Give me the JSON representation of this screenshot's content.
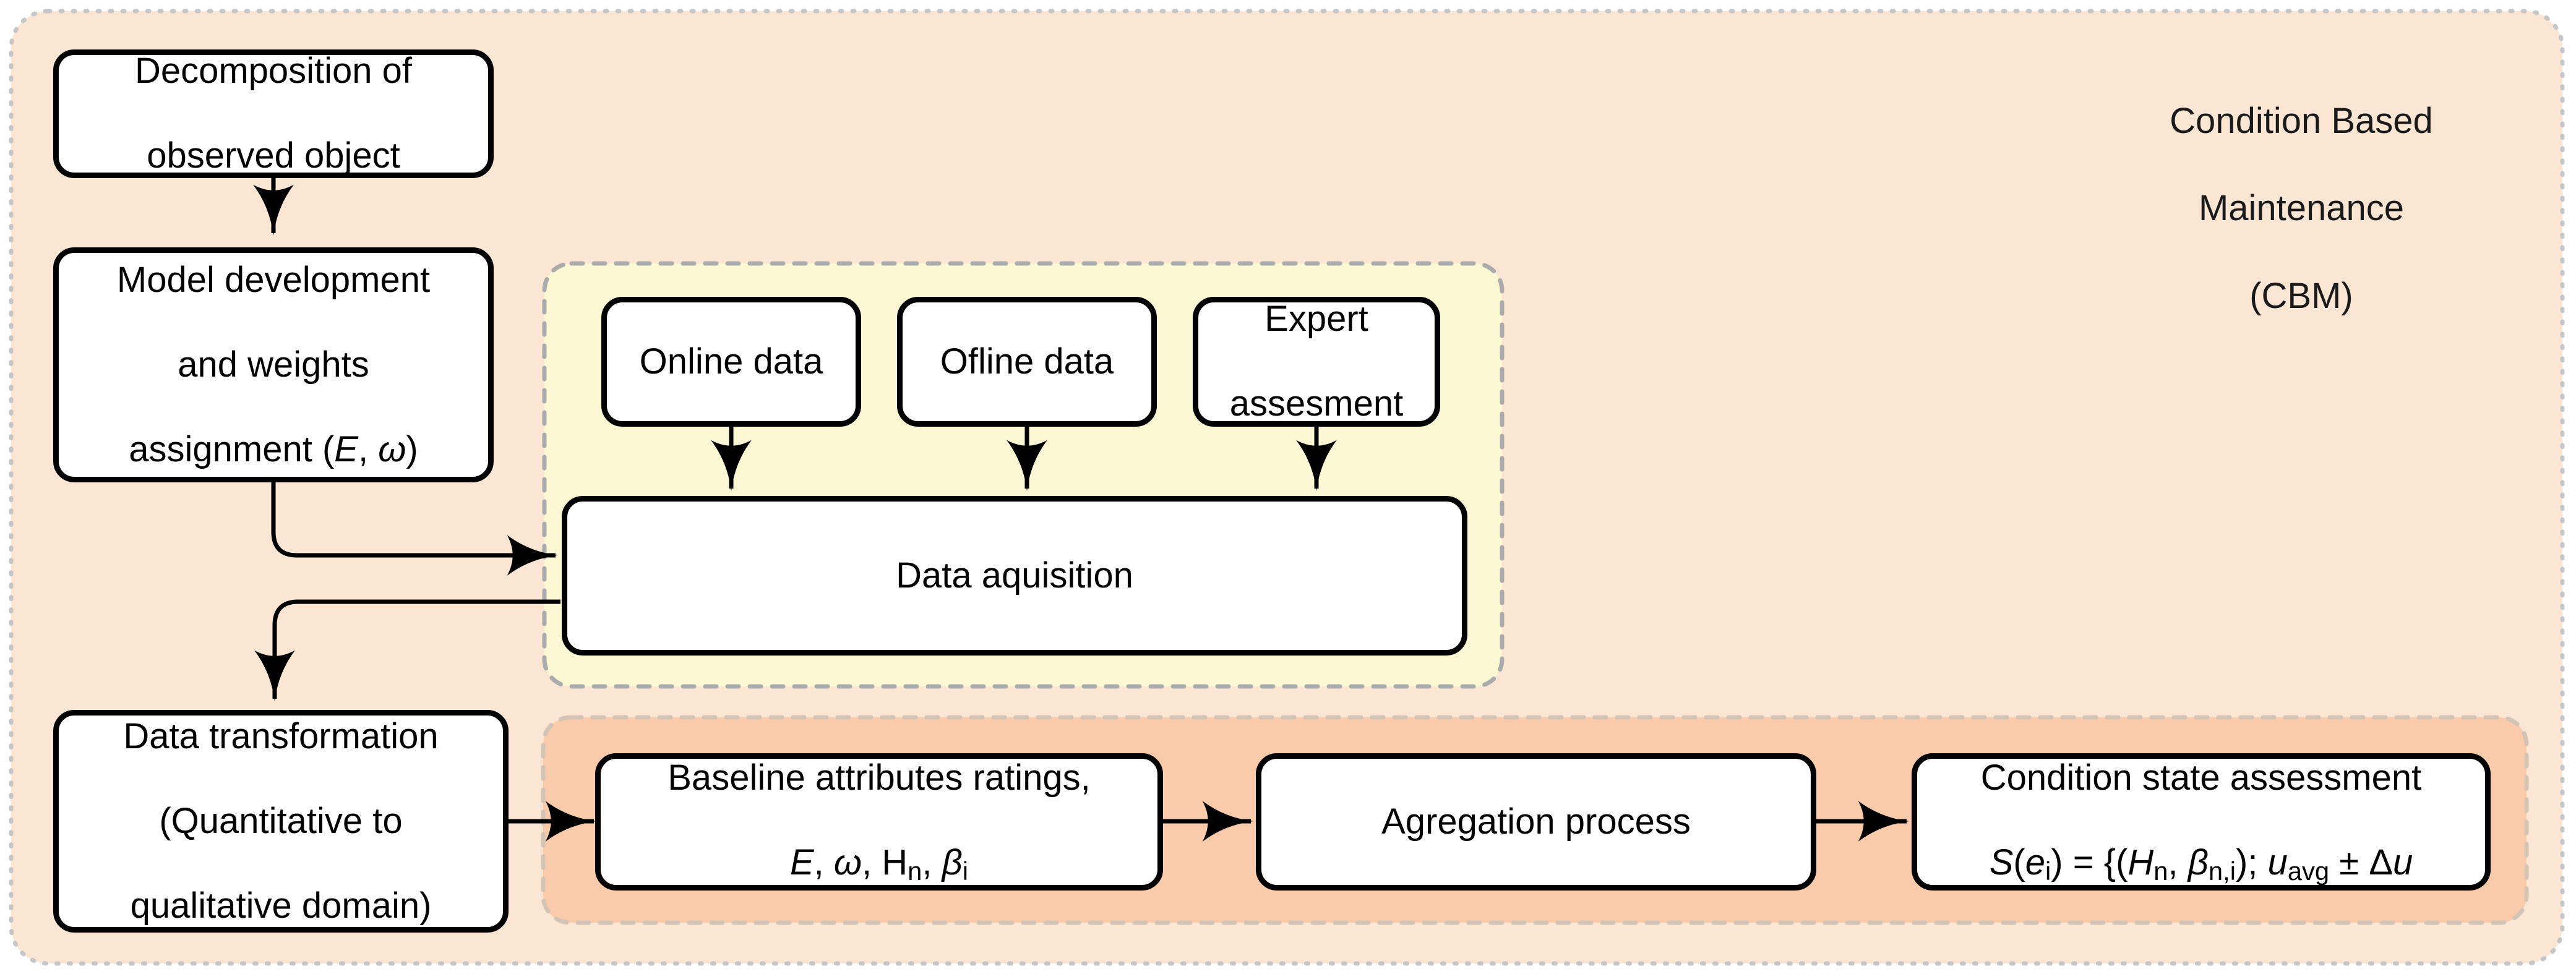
{
  "diagram": {
    "title": "Condition Based\nMaintenance\n(CBM)",
    "colors": {
      "outer_container_fill": "#FBE6D4",
      "data_group_fill": "#FCF8D4",
      "assessment_group_fill": "#FACBAA",
      "container_border": "#BDBDBD",
      "node_fill": "#FFFFFF",
      "node_border": "#000000",
      "connector": "#000000"
    },
    "containers": [
      {
        "id": "cbm",
        "name": "condition-based-maintenance-container",
        "label": "Condition Based\nMaintenance\n(CBM)"
      },
      {
        "id": "data-group",
        "name": "data-acquisition-group-container",
        "label": ""
      },
      {
        "id": "assessment-group",
        "name": "assessment-group-container",
        "label": ""
      }
    ],
    "nodes": [
      {
        "id": "decomposition",
        "label": "Decomposition of\nobserved object"
      },
      {
        "id": "model",
        "label": "Model development\nand weights\nassignment (E, ω)"
      },
      {
        "id": "online",
        "label": "Online data"
      },
      {
        "id": "ofline",
        "label": "Ofline data"
      },
      {
        "id": "expert",
        "label": "Expert\nassesment"
      },
      {
        "id": "acquisition",
        "label": "Data aquisition"
      },
      {
        "id": "transformation",
        "label": "Data transformation\n(Quantitative to\nqualitative domain)"
      },
      {
        "id": "baseline",
        "label": "Baseline attributes ratings,\nE, ω,  Hₙ,  βᵢ"
      },
      {
        "id": "aggregation",
        "label": "Agregation process"
      },
      {
        "id": "condition",
        "label": "Condition state assessment\nS(eᵢ) = {(Hₙ, βₙ,ᵢ); uₐᵥᵍ ± Δu"
      }
    ],
    "node_text": {
      "decomposition_l1": "Decomposition of",
      "decomposition_l2": "observed object",
      "model_l1": "Model development",
      "model_l2": "and weights",
      "model_l3_pre": "assignment (",
      "model_l3_E": "E",
      "model_l3_mid": ", ",
      "model_l3_w": "ω",
      "model_l3_post": ")",
      "online": "Online data",
      "ofline": "Ofline data",
      "expert_l1": "Expert",
      "expert_l2": "assesment",
      "acquisition": "Data aquisition",
      "transformation_l1": "Data transformation",
      "transformation_l2": "(Quantitative to",
      "transformation_l3": "qualitative domain)",
      "baseline_l1": "Baseline attributes ratings,",
      "baseline_E": "E",
      "baseline_comma1": ", ",
      "baseline_w": "ω",
      "baseline_comma2": ",  ",
      "baseline_H": "H",
      "baseline_Hsub": "n",
      "baseline_comma3": ",  ",
      "baseline_beta": "β",
      "baseline_betasub": "i",
      "aggregation": "Agregation process",
      "condition_l1": "Condition state assessment",
      "condition_S": "S",
      "condition_open": "(",
      "condition_e": "e",
      "condition_esub": "i",
      "condition_close_eq": ") = {(",
      "condition_H": "H",
      "condition_Hsub": "n",
      "condition_sep1": ", ",
      "condition_beta": "β",
      "condition_betasub": "n,i",
      "condition_sep2": "); ",
      "condition_u": "u",
      "condition_usub": "avg",
      "condition_pm": " ± ",
      "condition_delta": "Δ",
      "condition_u2": "u"
    },
    "title_lines": {
      "l1": "Condition Based",
      "l2": "Maintenance",
      "l3": "(CBM)"
    },
    "edges": [
      {
        "from": "decomposition",
        "to": "model",
        "type": "straight-down"
      },
      {
        "from": "model",
        "to": "acquisition",
        "type": "elbow-right"
      },
      {
        "from": "model",
        "to": "transformation",
        "type": "elbow-down"
      },
      {
        "from": "online",
        "to": "acquisition",
        "type": "straight-down"
      },
      {
        "from": "ofline",
        "to": "acquisition",
        "type": "straight-down"
      },
      {
        "from": "expert",
        "to": "acquisition",
        "type": "straight-down"
      },
      {
        "from": "acquisition",
        "to": "model-feedback",
        "type": "elbow-left"
      },
      {
        "from": "transformation",
        "to": "baseline",
        "type": "straight-right"
      },
      {
        "from": "baseline",
        "to": "aggregation",
        "type": "straight-right"
      },
      {
        "from": "aggregation",
        "to": "condition",
        "type": "straight-right"
      }
    ]
  }
}
